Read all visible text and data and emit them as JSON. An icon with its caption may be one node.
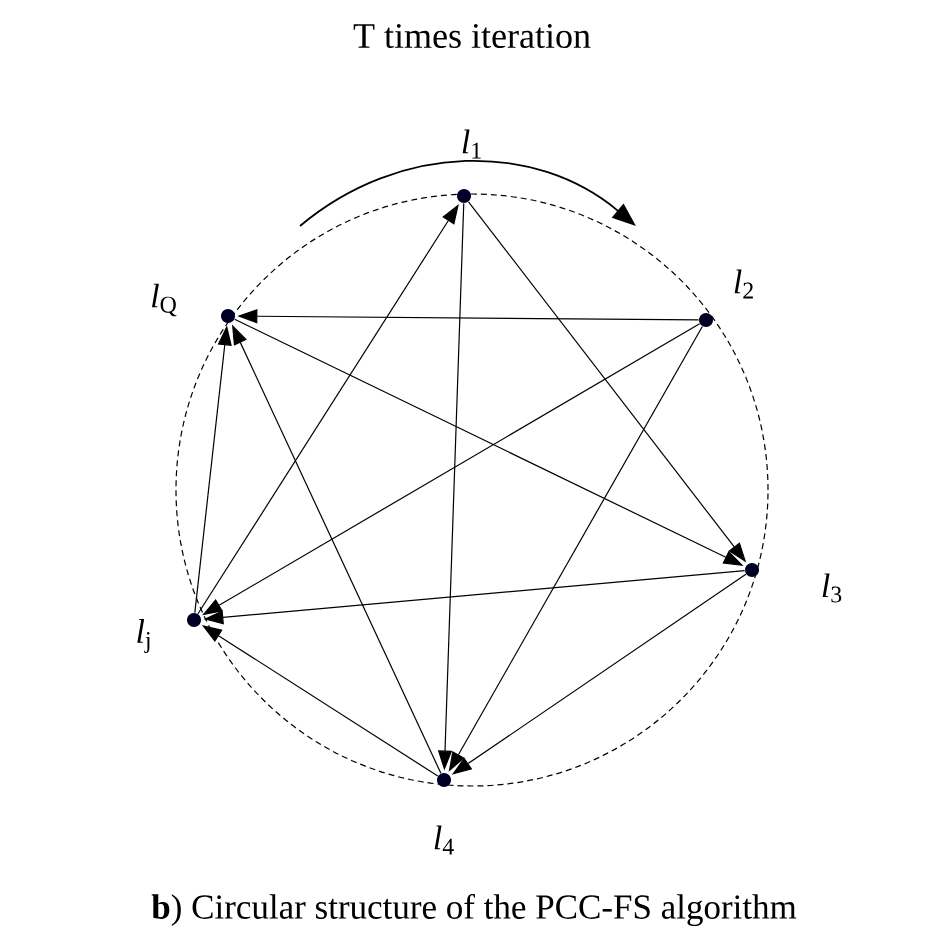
{
  "diagram": {
    "title": "T times iteration",
    "caption": "**b**) Circular structure of the PCC-FS algorithm",
    "nodes": [
      {
        "text": [],
        "shape": "circle",
        "beside": [
          "*l*$_{1}$"
        ]
      },
      {
        "text": [],
        "shape": "circle",
        "beside": [
          "*l*$_{2}$"
        ]
      },
      {
        "text": [],
        "shape": "circle",
        "beside": [
          "*l*$_{3}$"
        ]
      },
      {
        "text": [],
        "shape": "circle",
        "beside": [
          "*l*$_{4}$"
        ]
      },
      {
        "text": [],
        "shape": "circle",
        "beside": [
          "*l*$_{j}$"
        ]
      },
      {
        "text": [],
        "shape": "circle",
        "beside": [
          "*l*$_{Q}$"
        ]
      }
    ],
    "edges": [
      {
        "from": 0,
        "to": 2,
        "arrow": "to"
      },
      {
        "from": 0,
        "to": 3,
        "arrow": "to"
      },
      {
        "from": 4,
        "to": 0,
        "arrow": "to"
      },
      {
        "from": 1,
        "to": 5,
        "arrow": "to"
      },
      {
        "from": 1,
        "to": 4,
        "arrow": "to"
      },
      {
        "from": 1,
        "to": 3,
        "arrow": "to"
      },
      {
        "from": 5,
        "to": 2,
        "arrow": "to"
      },
      {
        "from": 2,
        "to": 4,
        "arrow": "to"
      },
      {
        "from": 2,
        "to": 3,
        "arrow": "to"
      },
      {
        "from": 3,
        "to": 4,
        "arrow": "to"
      },
      {
        "from": 3,
        "to": 5,
        "arrow": "to"
      },
      {
        "from": 4,
        "to": 5,
        "arrow": "to"
      }
    ]
  }
}
